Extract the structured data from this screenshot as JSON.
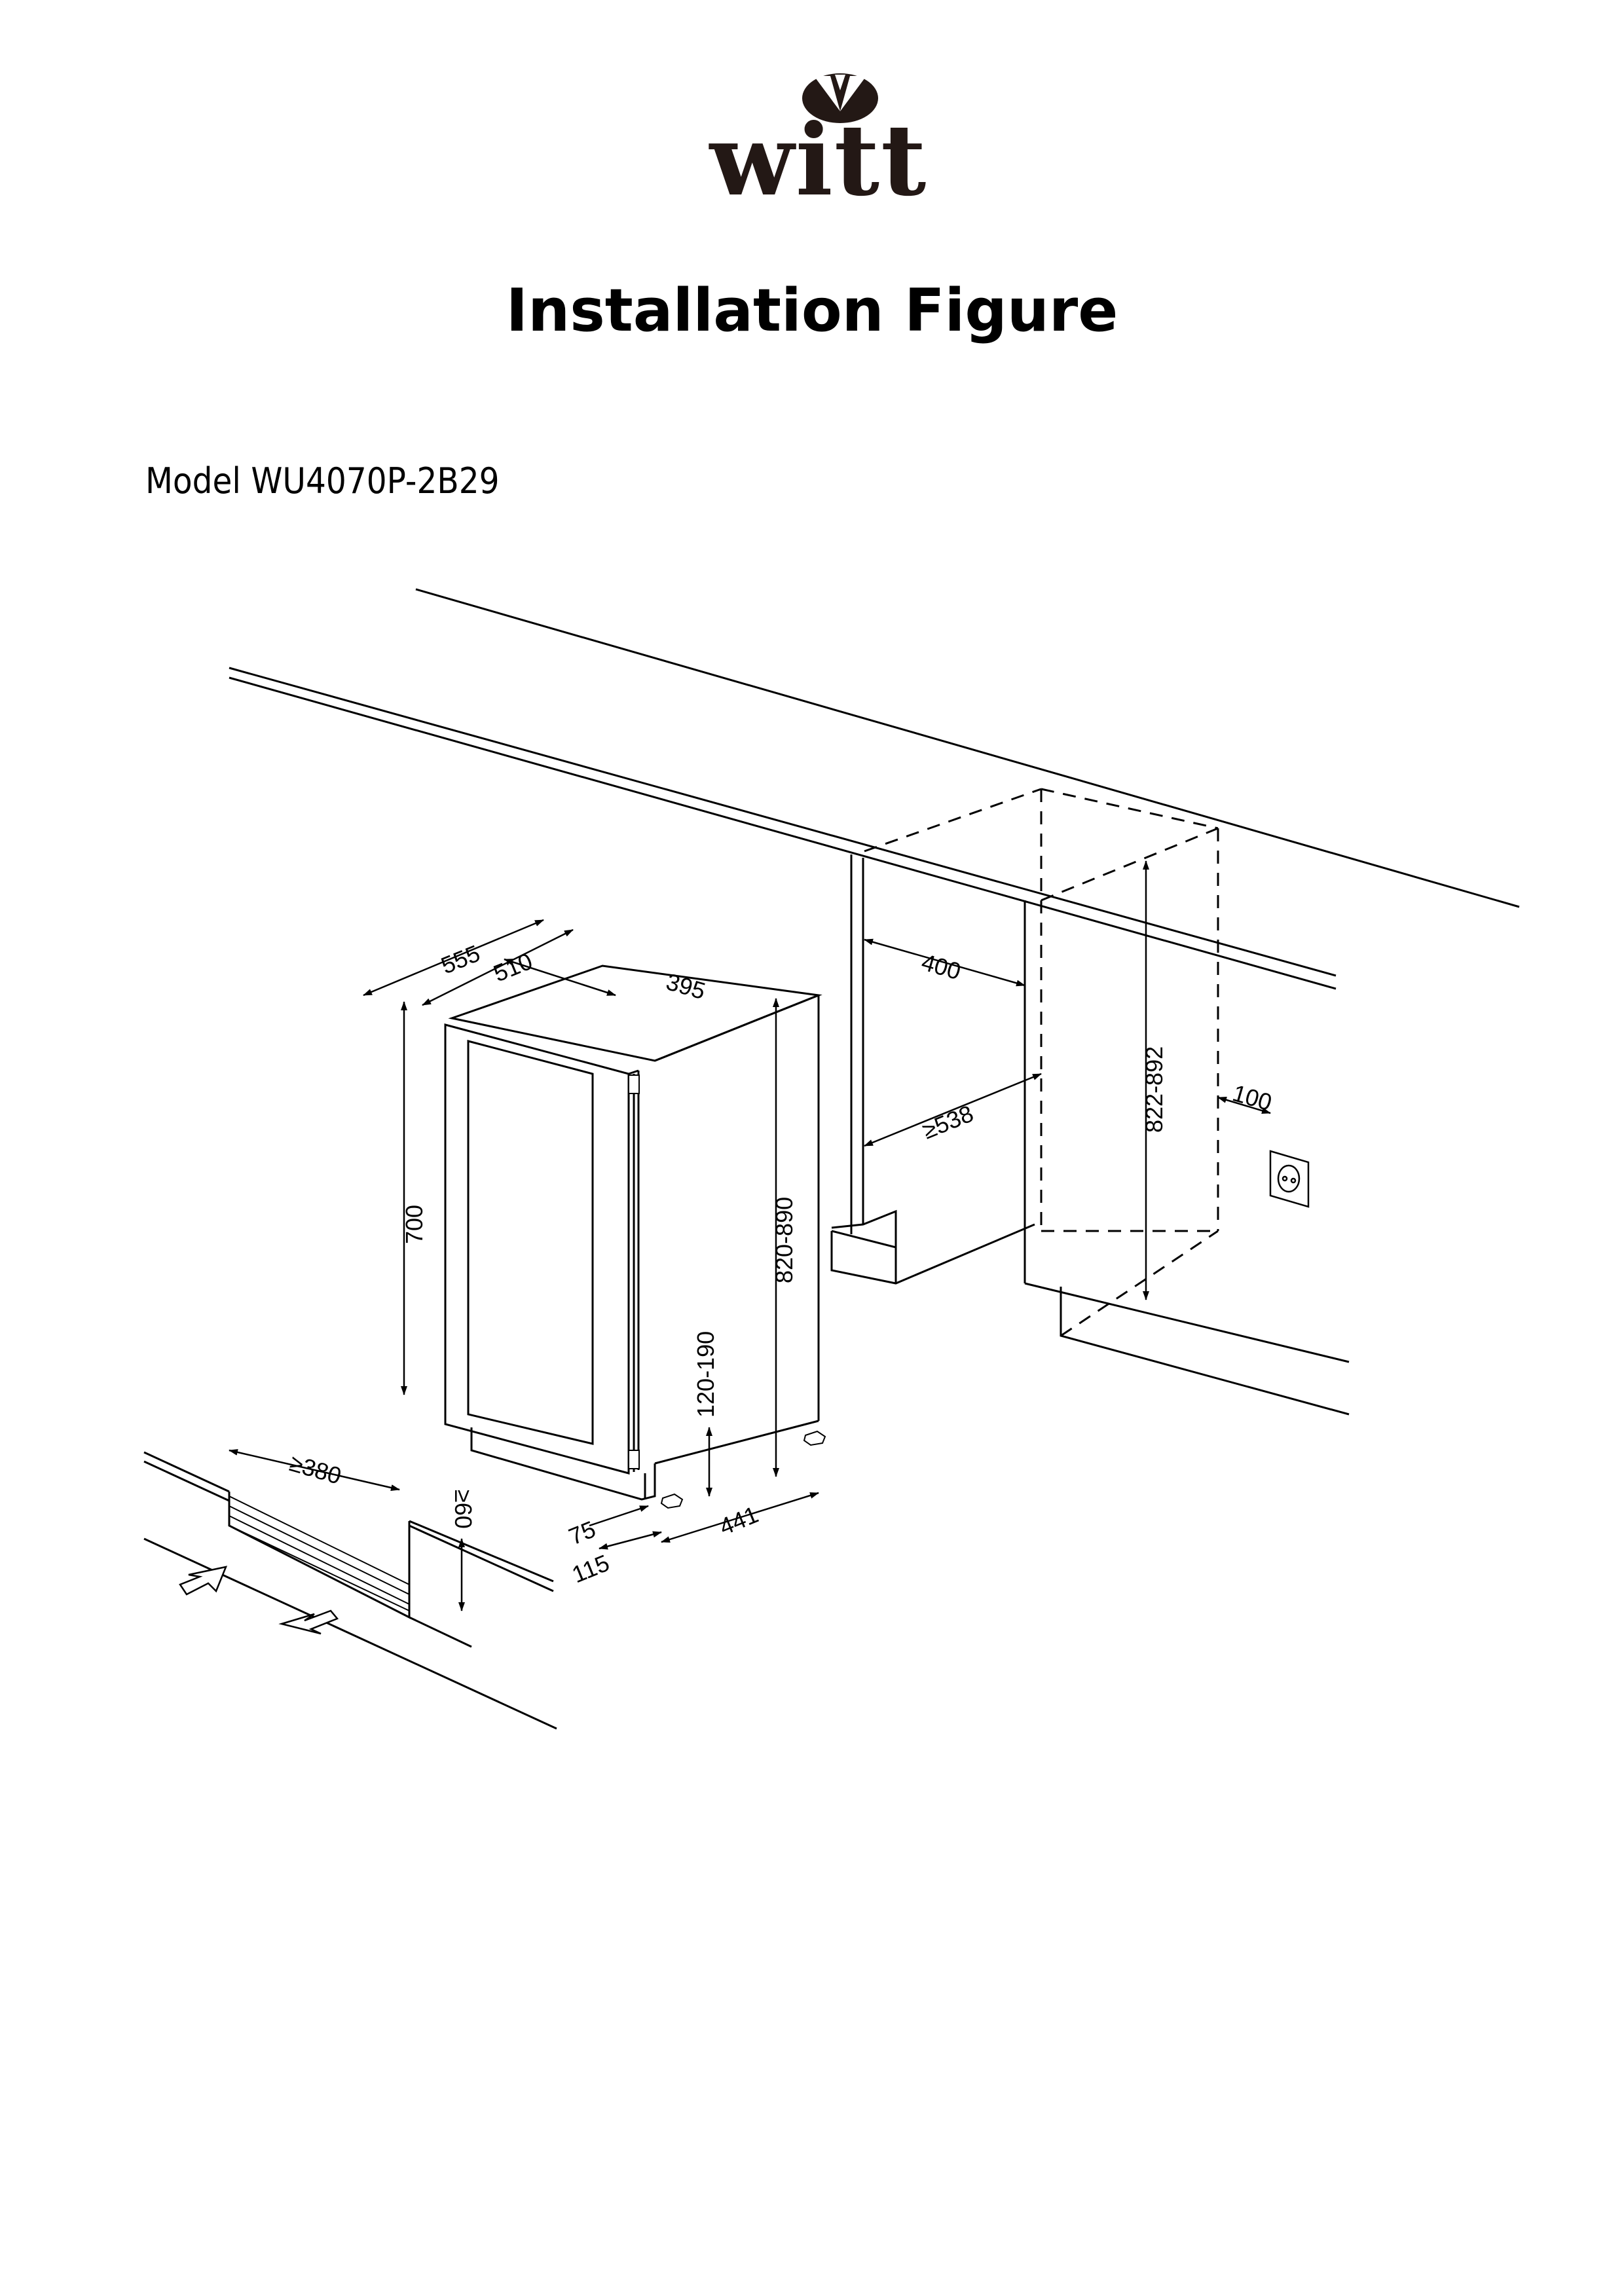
{
  "header": {
    "brand": "witt",
    "title": "Installation Figure",
    "model": "Model WU4070P-2B29"
  },
  "drawing": {
    "appliance": {
      "depth_total": "555",
      "depth_body": "510",
      "width": "395",
      "door_height": "700",
      "height_range": "820-890",
      "plinth_height_range": "120-190",
      "door_offset": "75",
      "plinth_offset": "115",
      "base_width": "441"
    },
    "niche": {
      "width": "400",
      "depth_min": "≥538",
      "height_range": "822-892",
      "socket_offset": "100"
    },
    "ventilation": {
      "opening_width_min": "≥380",
      "opening_height_min": "≥60"
    },
    "icons": [
      "air-in-arrow-icon",
      "air-out-arrow-icon",
      "power-socket-icon",
      "hinge-icon",
      "adjustable-foot-icon"
    ]
  },
  "colors": {
    "ink": "#000000",
    "logo": "#231815",
    "background": "#ffffff"
  }
}
